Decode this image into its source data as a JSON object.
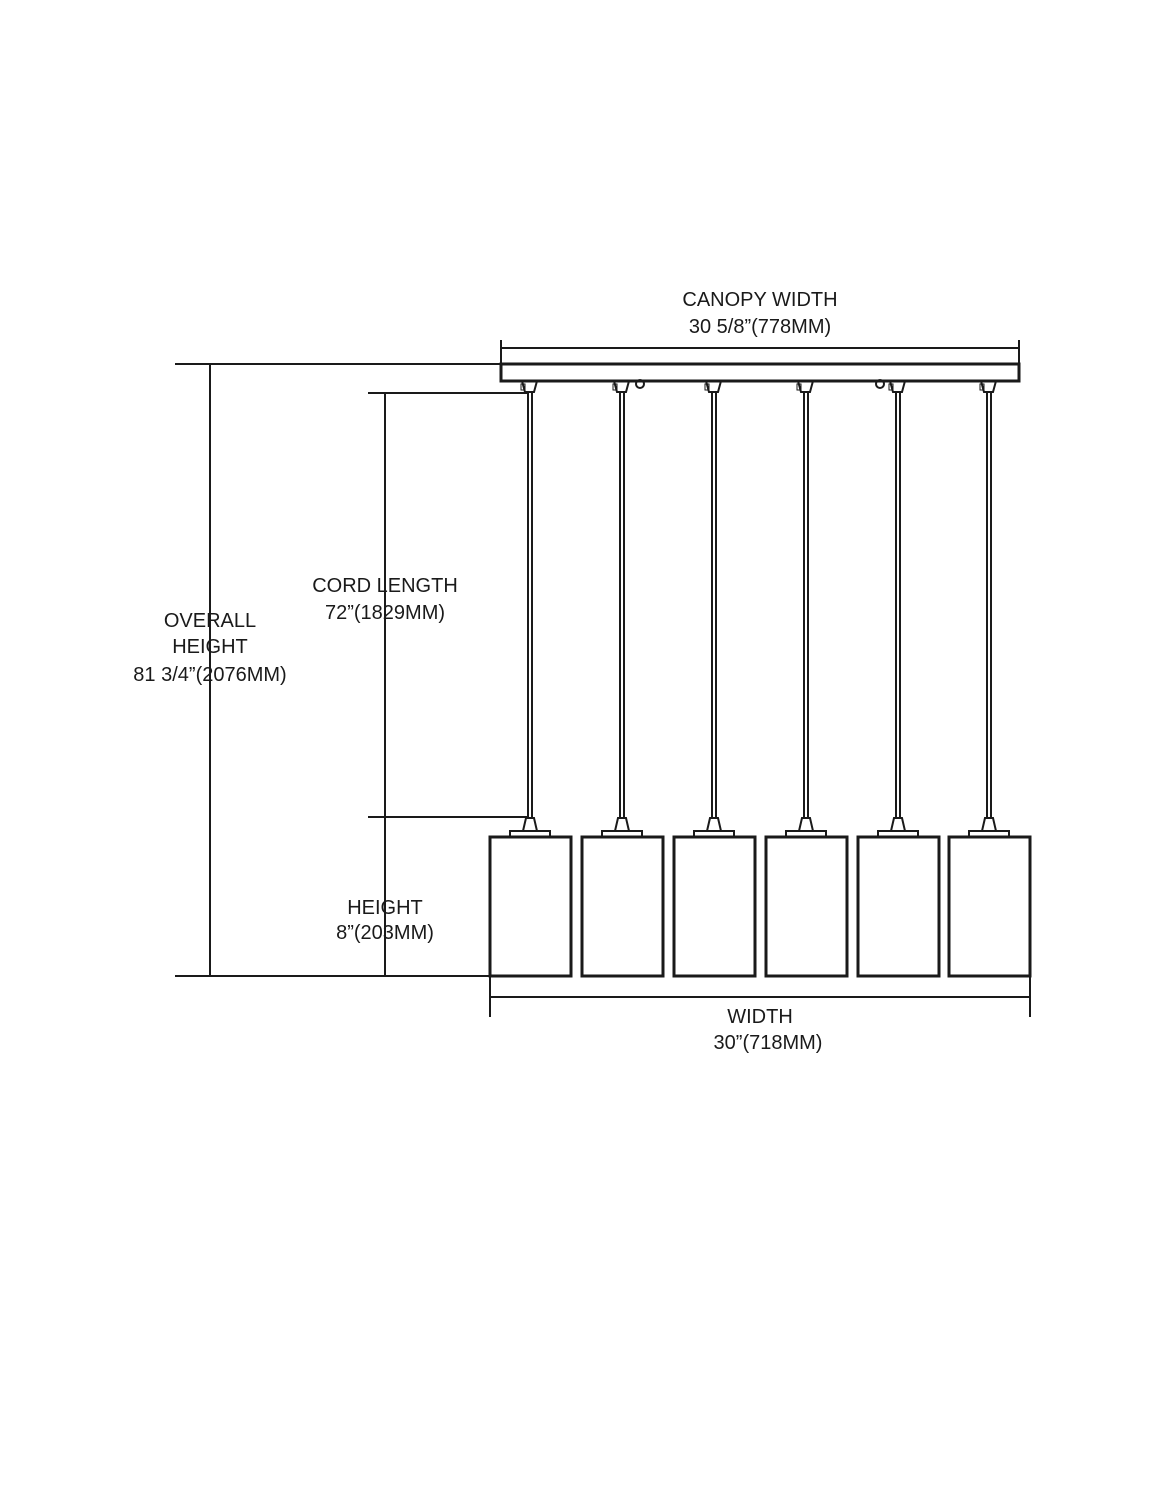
{
  "labels": {
    "canopy_width": {
      "title": "CANOPY WIDTH",
      "value": "30 5/8”(778MM)"
    },
    "overall_height": {
      "title1": "OVERALL",
      "title2": "HEIGHT",
      "value": "81 3/4”(2076MM)"
    },
    "cord_length": {
      "title": "CORD LENGTH",
      "value": "72”(1829MM)"
    },
    "height": {
      "title": "HEIGHT",
      "value": "8”(203MM)"
    },
    "width": {
      "title": "WIDTH",
      "value": "30”(718MM)"
    }
  },
  "colors": {
    "line": "#1a1a1a",
    "background": "#ffffff"
  }
}
